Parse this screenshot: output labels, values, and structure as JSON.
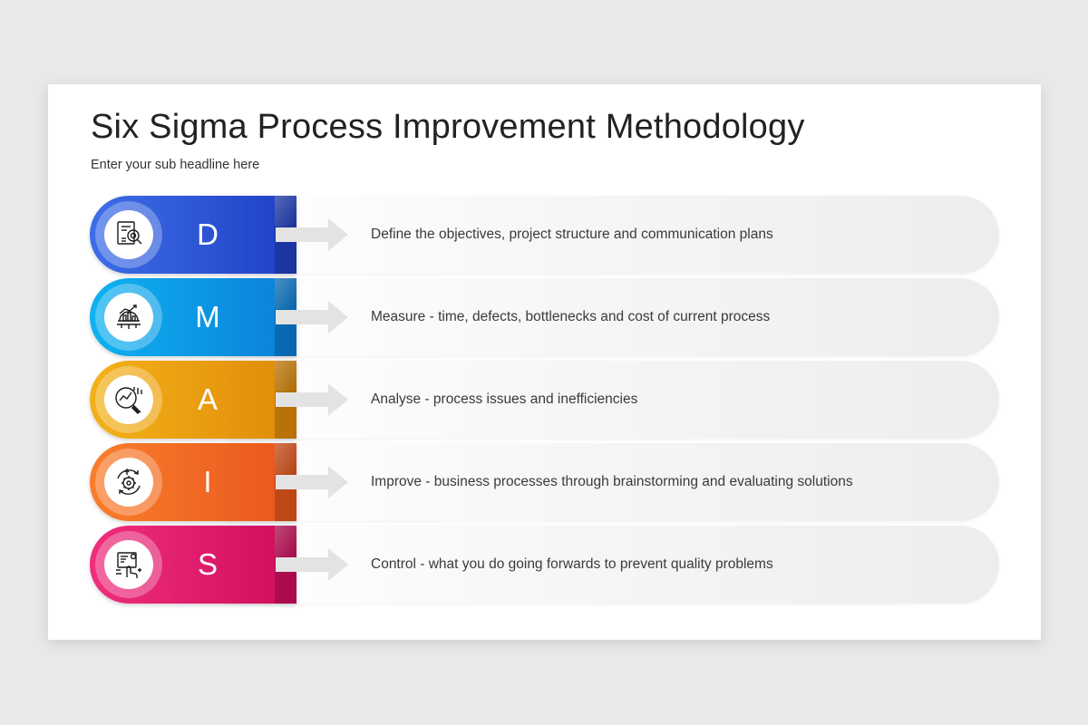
{
  "slide": {
    "title": "Six Sigma Process Improvement Methodology",
    "subtitle": "Enter your sub headline here"
  },
  "steps": [
    {
      "letter": "D",
      "description": "Define the objectives, project structure and communication plans",
      "icon": "document-search-icon",
      "color_start": "#3d6ee8",
      "color_end": "#1f3fc4"
    },
    {
      "letter": "M",
      "description": "Measure - time, defects, bottlenecks and cost of current process",
      "icon": "gear-chart-icon",
      "color_start": "#0fb2f0",
      "color_end": "#0a7fd8"
    },
    {
      "letter": "A",
      "description": "Analyse - process issues and inefficiencies",
      "icon": "magnifier-chart-icon",
      "color_start": "#f3b21a",
      "color_end": "#e08a08"
    },
    {
      "letter": "I",
      "description": "Improve - business processes through brainstorming and evaluating solutions",
      "icon": "gear-cycle-icon",
      "color_start": "#f97e2c",
      "color_end": "#e9551c"
    },
    {
      "letter": "S",
      "description": "Control - what you do going forwards to prevent quality problems",
      "icon": "touch-screen-icon",
      "color_start": "#ef2e7d",
      "color_end": "#d00d5d"
    }
  ]
}
